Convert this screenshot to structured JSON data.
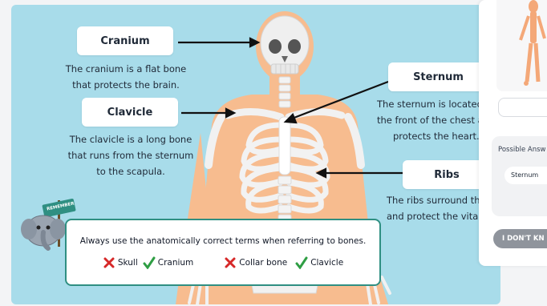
{
  "slide": {
    "labels": {
      "cranium": "Cranium",
      "clavicle": "Clavicle",
      "sternum": "Sternum",
      "ribs": "Ribs"
    },
    "descriptions": {
      "cranium_line1": "The cranium is a flat bone",
      "cranium_line2": "that protects the brain.",
      "clavicle_line1": "The clavicle is a long bone",
      "clavicle_line2": "that runs from the sternum",
      "clavicle_line3": "to the scapula.",
      "sternum_line1": "The sternum is located",
      "sternum_line2": "the front of the chest a",
      "sternum_line3": "protects the heart.",
      "ribs_line1": "The ribs surround th",
      "ribs_line2": "and protect the vital"
    },
    "remember": {
      "sign": "REMEMBER",
      "text": "Always use the anatomically correct terms when referring to bones.",
      "terms": [
        {
          "text": "Skull",
          "correct": false
        },
        {
          "text": "Cranium",
          "correct": true
        },
        {
          "text": "Collar bone",
          "correct": false
        },
        {
          "text": "Clavicle",
          "correct": true
        }
      ]
    }
  },
  "panel": {
    "possible_answers_title": "Possible Answ",
    "answer_chip": "Sternum",
    "idk_button": "I DON'T KN"
  },
  "colors": {
    "slide_bg": "#a8dcea",
    "accent_teal": "#2f8f82",
    "wrong": "#d62828",
    "right": "#2f9e44"
  }
}
